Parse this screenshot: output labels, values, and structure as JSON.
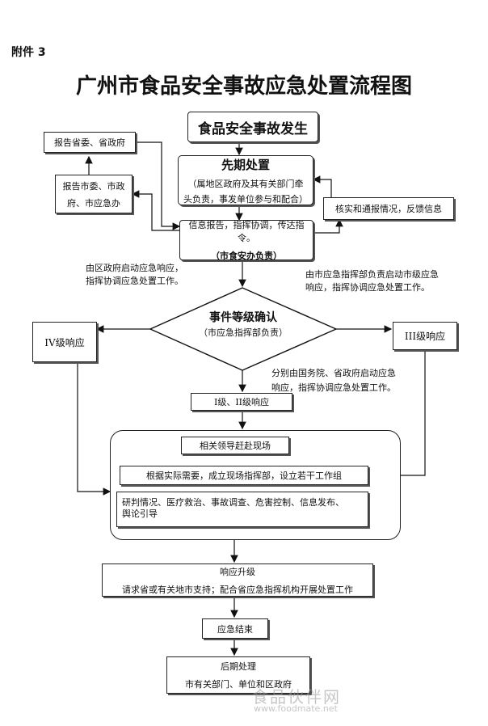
{
  "header": {
    "attachment": "附件 3",
    "title": "广州市食品安全事故应急处置流程图"
  },
  "nodes": {
    "occur": "食品安全事故发生",
    "early_title": "先期处置",
    "early_desc1": "（属地区政府及其有关部门牵",
    "early_desc2": "头负责，事发单位参与和配合）",
    "report_prov": "报告省委、省政府",
    "report_city1": "报告市委、市政",
    "report_city2": "府、市应急办",
    "verify": "核实和通报情况，反馈信息",
    "info1": "信息报告，指挥协调，传达指令。",
    "info2": "（市食安办负责）",
    "note_left1": "由区政府启动应急响应，",
    "note_left2": "指挥协调应急处置工作。",
    "note_right1": "由市应急指挥部负责启动市级应急",
    "note_right2": "响应，指挥协调应急处置工作。",
    "confirm_title": "事件等级确认",
    "confirm_sub": "（市应急指挥部负责）",
    "level4": "IV级响应",
    "level3": "III级响应",
    "note_mid1": "分别由国务院、省政府启动应急",
    "note_mid2": "响应，指挥协调应急处置工作。",
    "level12": "I级、II级响应",
    "leaders": "相关领导赶赴现场",
    "command": "根据实际需要，成立现场指挥部，设立若干工作组",
    "tasks1": "研判情况、医疗救治、事故调查、危害控制、信息发布、",
    "tasks2": "舆论引导",
    "upgrade_title": "响应升级",
    "upgrade_desc": "请求省或有关地市支持；配合省应急指挥机构开展处置工作",
    "end": "应急结束",
    "after_title": "后期处理",
    "after_desc": "市有关部门、单位和区政府"
  },
  "watermark": {
    "brand": "食品伙伴网",
    "url": "www.foodmate.net"
  }
}
